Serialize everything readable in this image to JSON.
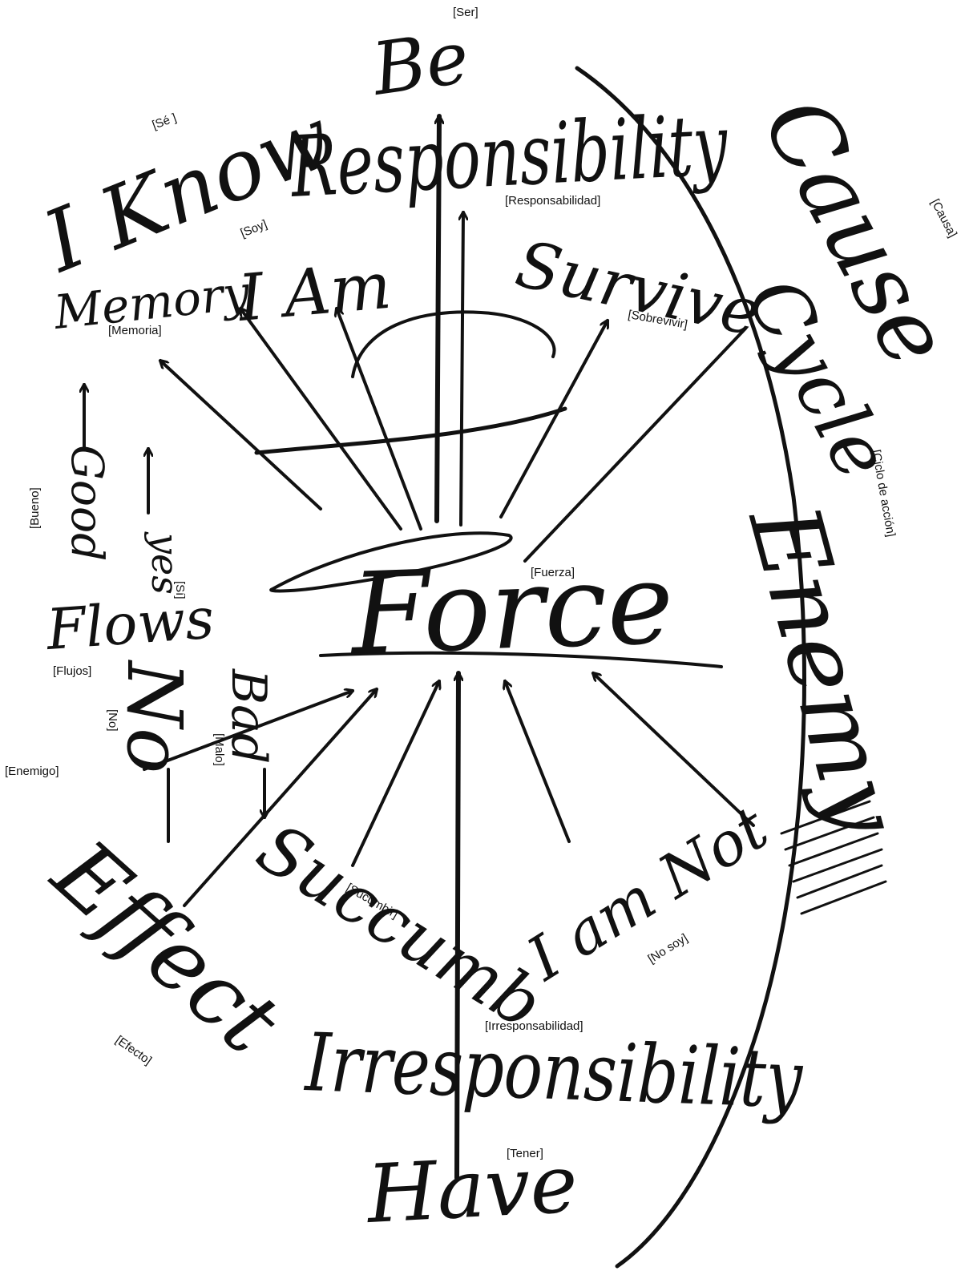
{
  "handwritten": {
    "be": "Be",
    "responsibility": "Responsibility",
    "i_know": "I Know",
    "i_am": "I Am",
    "survive": "Survive",
    "memory": "Memory",
    "cause": "Cause",
    "cycle": "Cycle",
    "good": "Good",
    "yes": "yes",
    "flows": "Flows",
    "no": "No",
    "bad": "Bad",
    "force": "Force",
    "enemy": "Enemy",
    "effect": "Effect",
    "succumb": "Succumb",
    "i_am_not": "I am Not",
    "irresponsibility": "Irresponsibility",
    "have": "Have"
  },
  "translations": {
    "ser": "[Ser]",
    "se": "[Sé ]",
    "soy": "[Soy]",
    "responsabilidad": "[Responsabilidad]",
    "causa": "[Causa]",
    "memoria": "[Memoria]",
    "sobrevivir": "[Sobrevivir]",
    "bueno": "[Bueno]",
    "si": "[Sí]",
    "ciclo_de_accion": "[Ciclo de acción]",
    "fuerza": "[Fuerza]",
    "flujos": "[Flujos]",
    "no": "[No]",
    "malo": "[Malo]",
    "enemigo": "[Enemigo]",
    "sucumbir": "[Sucumbir]",
    "no_soy": "[No soy]",
    "irresponsabilidad": "[Irresponsabilidad]",
    "efecto": "[Efecto]",
    "tener": "[Tener]"
  }
}
